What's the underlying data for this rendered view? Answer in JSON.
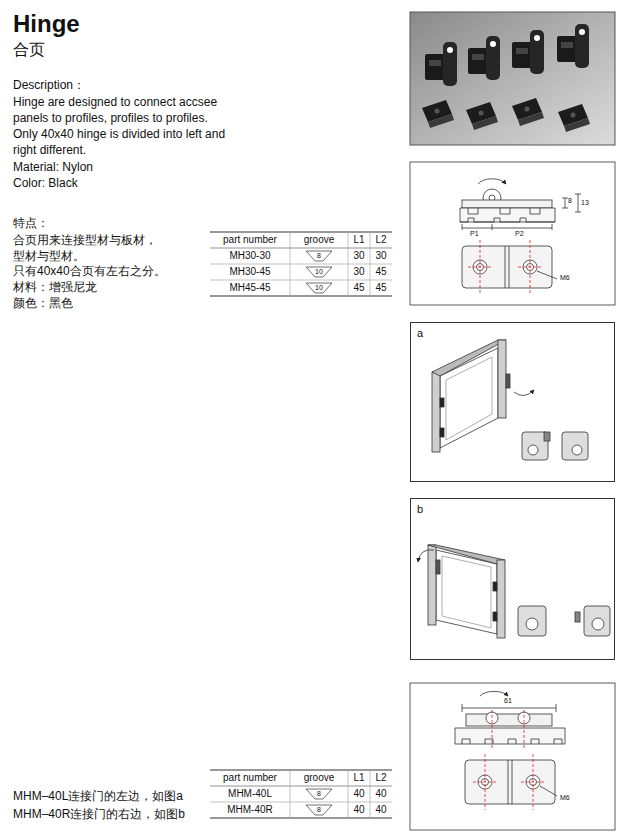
{
  "diagram": {
    "title": "Hinge",
    "nodes": [
      {
        "text": [
          "a"
        ]
      },
      {
        "text": [
          "b"
        ]
      }
    ],
    "labels": [
      "合页",
      "Description：",
      "Hinge are designed to connect accsee panels to profiles, profiles to profiles. Only 40x40 hinge is divided into left and right different.",
      "Material: Nylon",
      "Color: Black",
      "特点：",
      "合页用来连接型材与板材，型材与型材。",
      "只有40x40合页有左右之分。",
      "材料：增强尼龙",
      "颜色：黑色",
      "part number",
      "groove",
      "L1",
      "L2",
      "MH30-30",
      "8",
      "30",
      "30",
      "MH30-45",
      "10",
      "30",
      "45",
      "MH45-45",
      "10",
      "45",
      "45",
      "P1",
      "P2",
      "8",
      "13",
      "M6",
      "61",
      "M6",
      "part number",
      "groove",
      "L1",
      "L2",
      "MHM-40L",
      "8",
      "40",
      "40",
      "MHM-40R",
      "8",
      "40",
      "40",
      "MHM–40L连接门的左边，如图a",
      "MHM–40R连接门的右边，如图b"
    ]
  }
}
